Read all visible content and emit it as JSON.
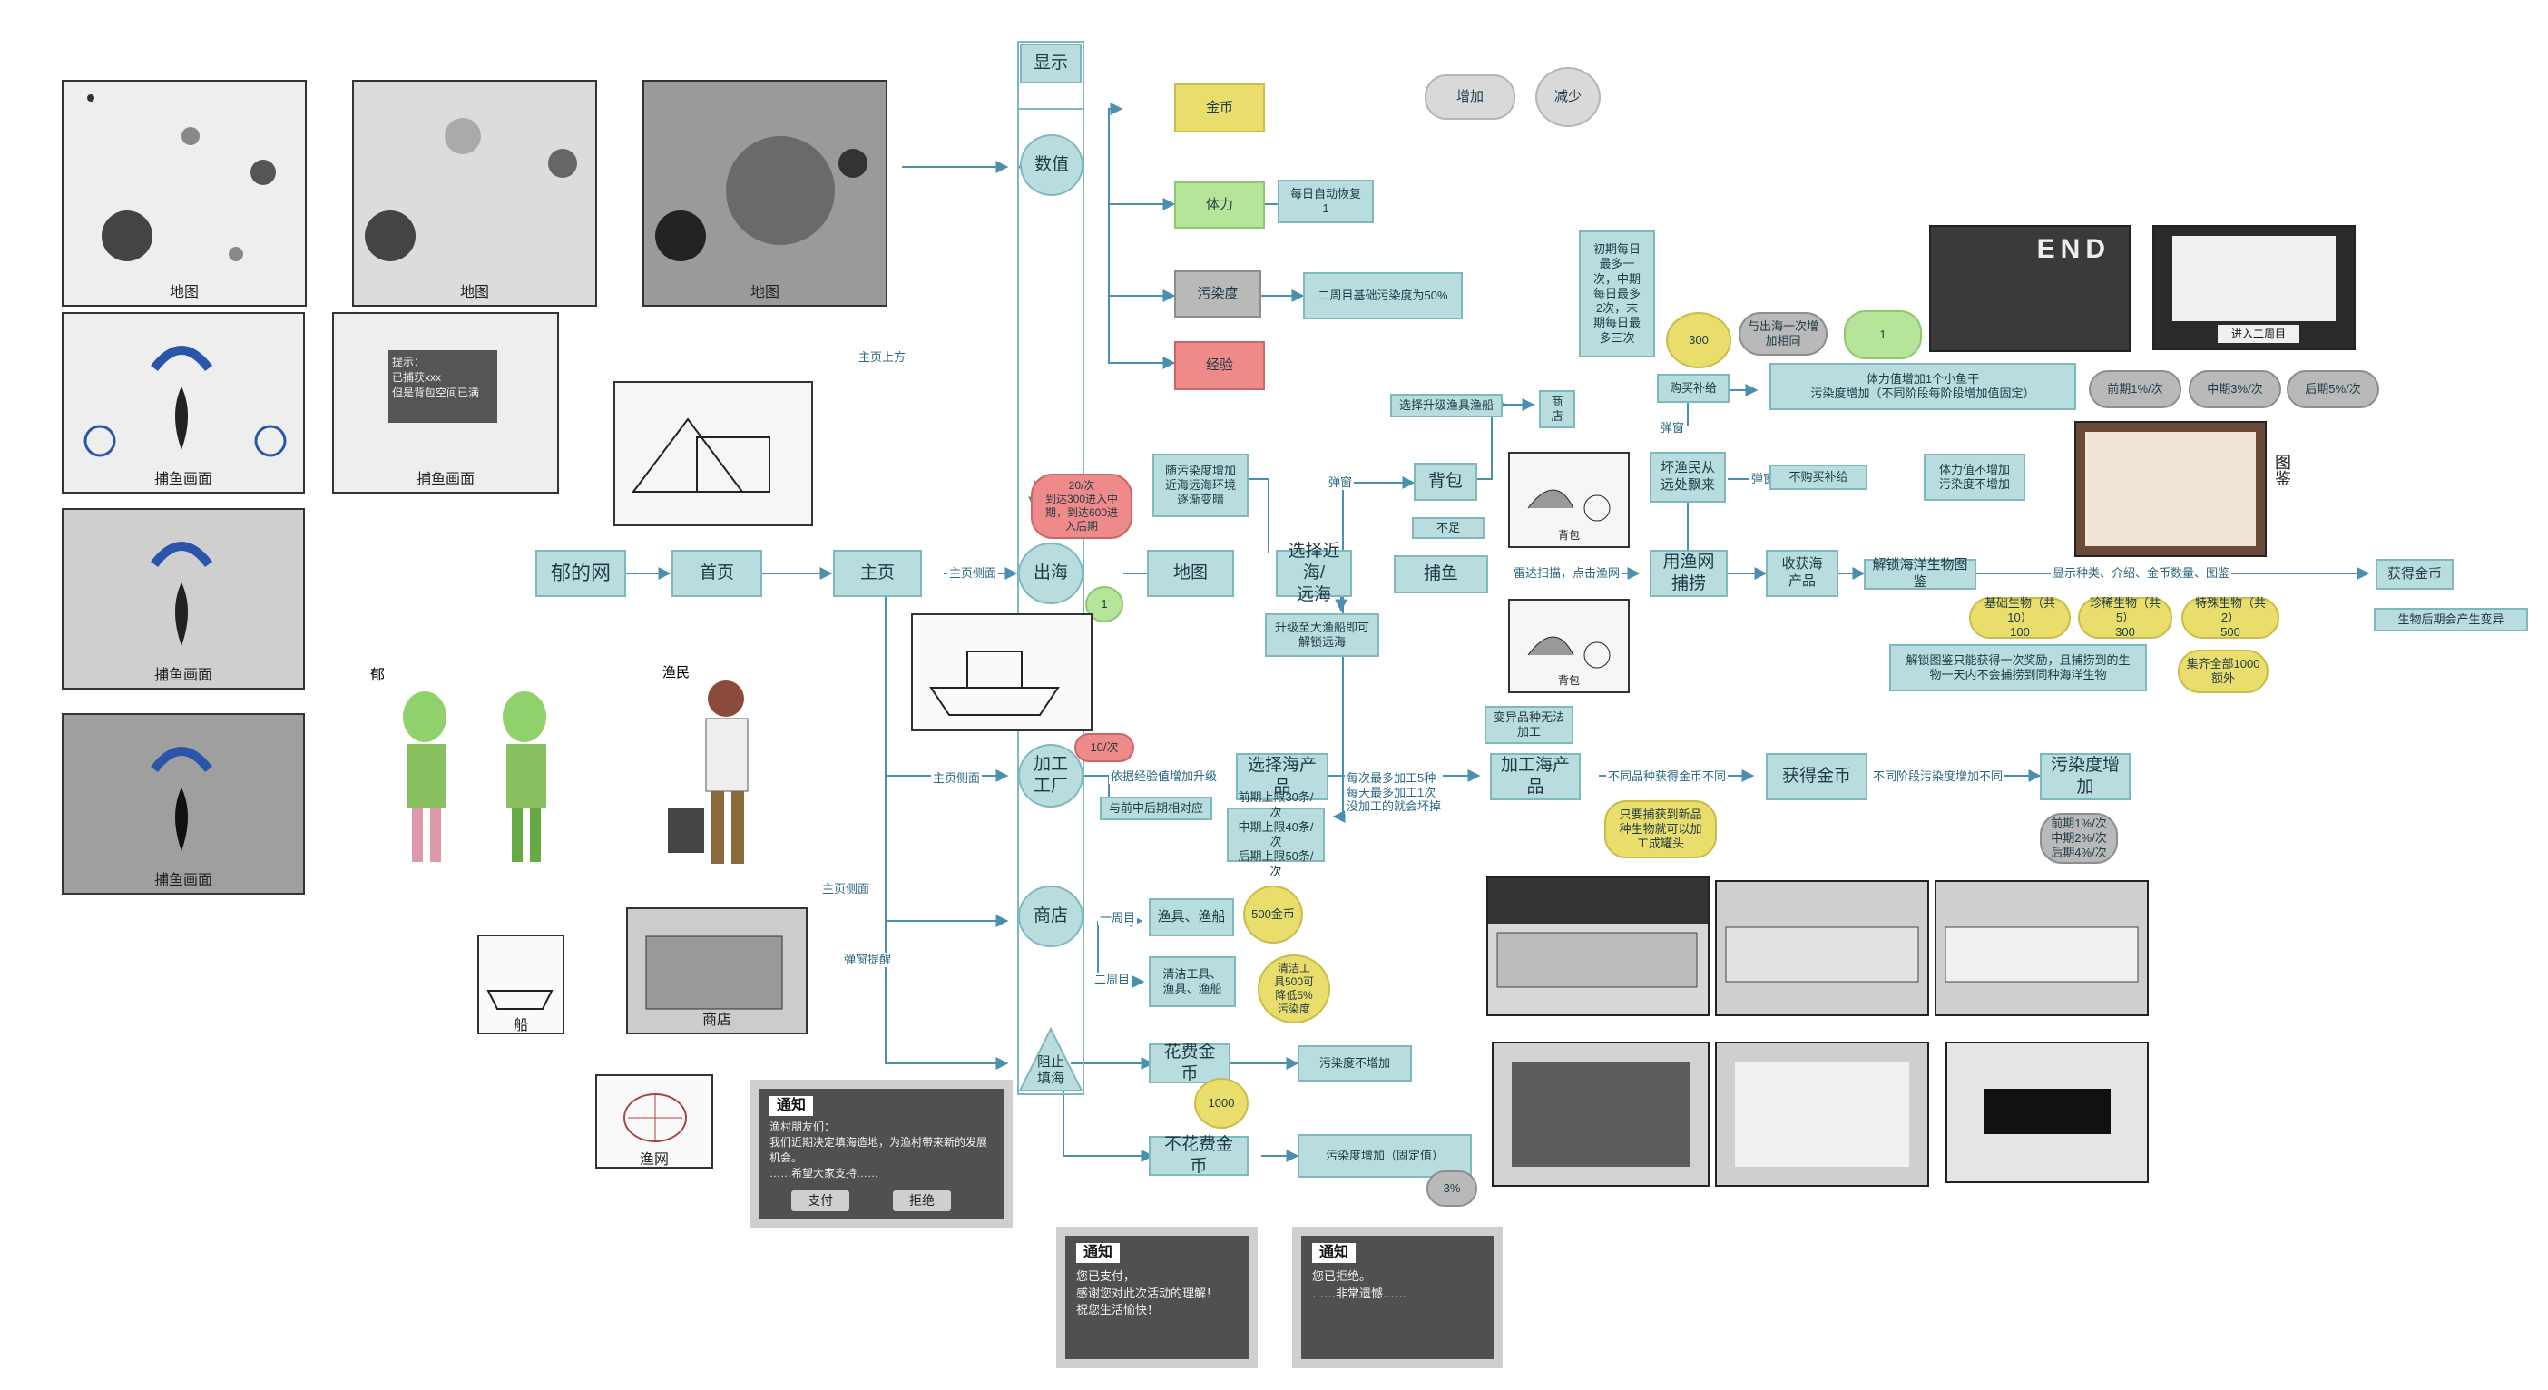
{
  "legend": {
    "add": "增加",
    "reduce": "减少"
  },
  "nodes": {
    "wangwang": "郁的网",
    "shouye": "首页",
    "zhuye": "主页",
    "chuhai": "出海",
    "ditu": "地图",
    "xuanze": "选择近海/\n远海",
    "buyu": "捕鱼",
    "beibao": "背包",
    "yuwang": "用渔网\n捕捞",
    "shouhai": "收获海\n产品",
    "tujian": "解锁海洋生物图鉴",
    "huode": "获得金币",
    "xianshi": "显示",
    "shuzhi": "数值",
    "jinbi": "金币",
    "tili": "体力",
    "wuran": "污染度",
    "jingyan": "经验",
    "huifu": "每日自动恢复\n1",
    "erzhou": "二周目基础污染度为50%",
    "jiagong": "加工\n工厂",
    "xuanzehai": "选择海产\n品",
    "jiagonghai": "加工海产\n品",
    "huodejb": "获得金币",
    "wuranzeng": "污染度增\n加",
    "shangdian": "商店",
    "yuju": "渔具、渔船",
    "qingjie": "清洁工具、\n渔具、渔船",
    "zuzhi": "阻止\n填海",
    "huafei": "花费金币",
    "buhuafei": "不花费金币",
    "wuranbu": "污染度不增加",
    "wuranzjia": "污染度增加（固定值）",
    "sanpct": "3%",
    "jibs": "1000",
    "wubai": "500金币",
    "qingjiegj": "清洁工\n具500可\n降低5%\n污染度",
    "ershi": "20/次\n到达300进入中\n期，到达600进\n入后期",
    "shici": "10/次",
    "yi1": "1",
    "suiwuran": "随污染度增加\n近海远海环境\n逐渐变暗",
    "shengji": "升级至大渔船即可\n解锁远海",
    "buzu": "不足",
    "xuanzesj": "选择升级渔具渔船",
    "shangdian2": "商\n店",
    "huaiyumin": "坏渔民从\n远处飘来",
    "goumai": "购买补给",
    "bugou": "不购买补给",
    "tilibu": "体力值不增加\n污染度不增加",
    "tiliz": "体力值增加1个小鱼干\n污染度增加（不同阶段每阶段增加值固定）",
    "qianqi1": "前期1%/次",
    "zhongqi3": "中期3%/次",
    "houqi5": "后期5%/次",
    "chuqi": "初期每日\n最多一\n次，中期\n每日最多\n2次，末\n期每日最\n多三次",
    "sanbai": "300",
    "yuchuhai": "与出海一次增\n加相同",
    "yi2": "1",
    "jichu": "基础生物（共10）\n100",
    "zhenxi": "珍稀生物（共5）\n300",
    "tese": "特殊生物（共2）\n500",
    "jieso": "解锁图鉴只能获得一次奖励，且捕捞到的生\n物一天内不会捕捞到同种海洋生物",
    "jiqi": "集齐全部1000额外",
    "huodejb2": "获得金币",
    "shengwu": "生物后期会产生变异",
    "bianyi": "变异品种无法\n加工",
    "zhiyao": "只要捕获到新品\n种生物就可以加\n工成罐头",
    "shangxian": "前期上限30条/次\n中期上限40条/次\n后期上限50条/次",
    "yuhou": "与前中后期相对应",
    "qzh": "前期1%/次\n中期2%/次\n后期4%/次"
  },
  "labels": {
    "zhuyeshang": "主页上方",
    "zhuyece": "主页侧面",
    "zhuyece2": "主页侧面",
    "zhuyece3": "主页侧面",
    "tanchuang": "弹窗提醒",
    "tanchuang2": "弹窗",
    "tanchuang3": "弹窗",
    "tanchuang4": "弹窗",
    "leida": "雷达扫描，点击渔网",
    "xianshizl": "显示种类、介绍、金币数量、图鉴",
    "yiju": "依据经验值增加升级",
    "meici": "每次最多加工5种\n每天最多加工1次\n没加工的就会坏掉",
    "butong": "不同品种获得金币不同",
    "butongjd": "不同阶段污染度增加不同",
    "yizhou": "一周目",
    "erzhoumu": "二周目"
  },
  "sketches": {
    "map": "地图",
    "buyuhm": "捕鱼画面",
    "beibao": "背包",
    "chuan": "船",
    "yuwang": "渔网",
    "shangdian": "商店",
    "tujian": "图鉴",
    "end": "END",
    "erzhoumu": "进入二周目",
    "yu": "郁",
    "yumin": "渔民",
    "tishi": "提示：\n已捕获xxx\n但是背包空间已满"
  },
  "notices": {
    "n1": {
      "title": "通知",
      "body": "渔村朋友们：\n我们近期决定填海造地，为渔村带来新的发展机会。\n……希望大家支持……",
      "ok": "支付",
      "no": "拒绝"
    },
    "n2": {
      "title": "通知",
      "body": "您已支付，\n感谢您对此次活动的理解！\n祝您生活愉快！"
    },
    "n3": {
      "title": "通知",
      "body": "您已拒绝。\n……非常遗憾……"
    }
  }
}
